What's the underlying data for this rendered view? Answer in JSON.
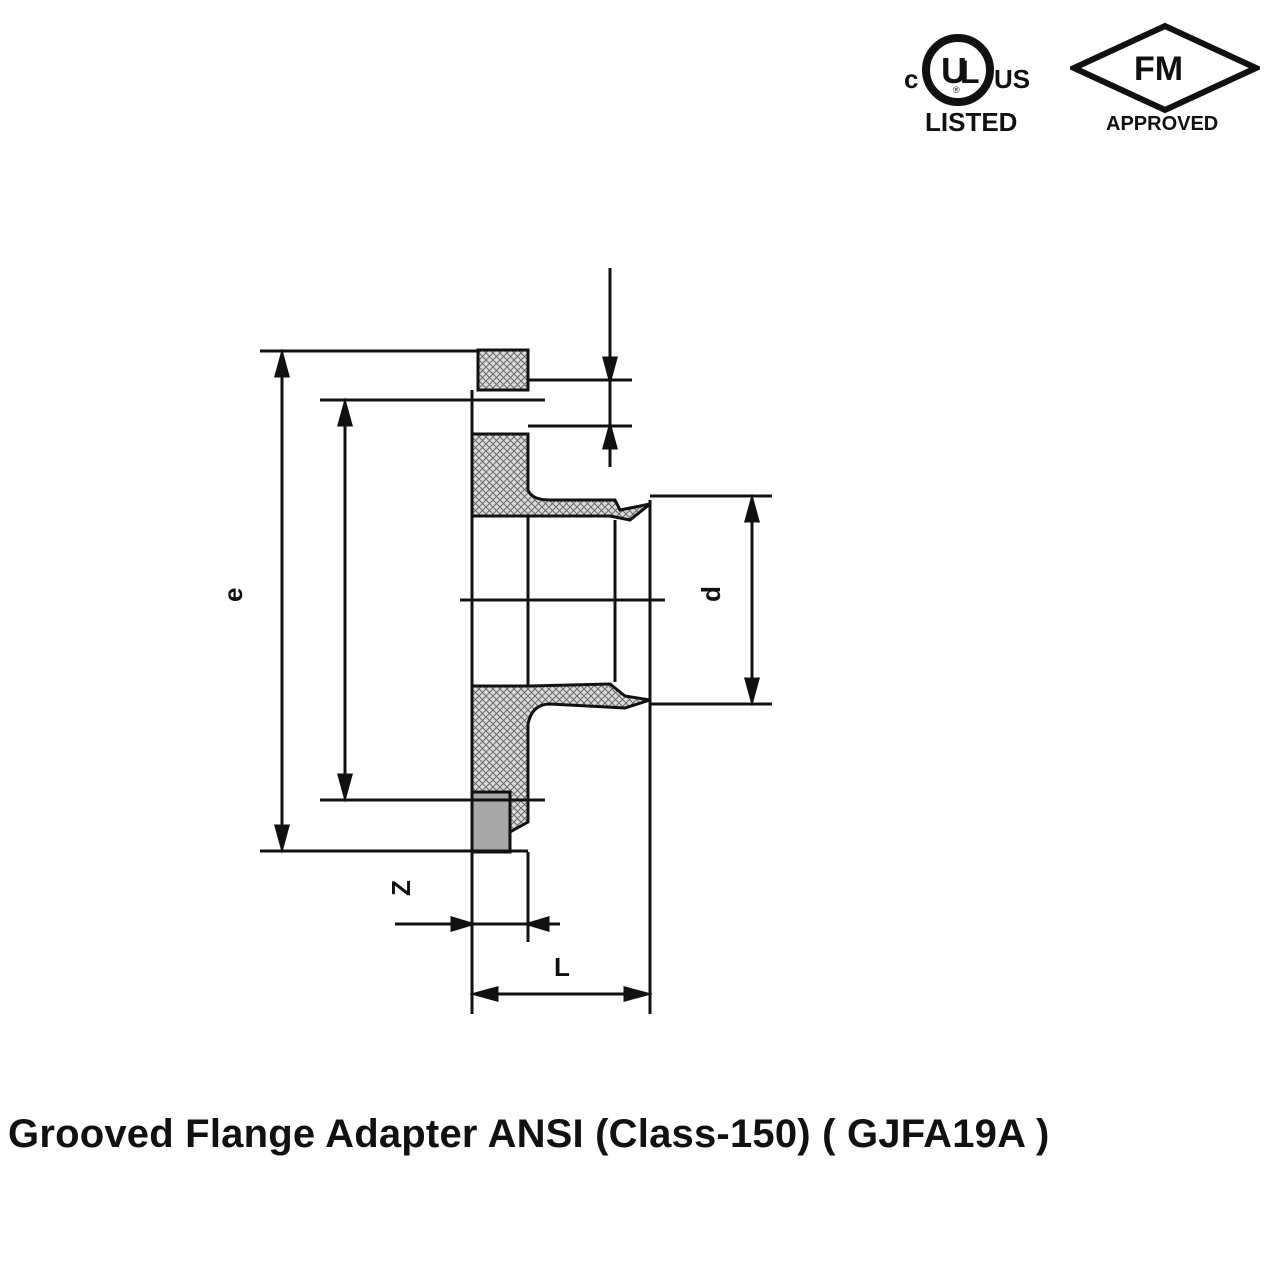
{
  "logos": {
    "ul": {
      "left_letter": "c",
      "right_letters": "US",
      "mark": "UL",
      "registered": "®",
      "caption": "LISTED"
    },
    "fm": {
      "mark": "FM",
      "caption": "APPROVED"
    }
  },
  "diagram": {
    "dimension_labels": {
      "e": "e",
      "d": "d",
      "l": "L",
      "z": "Z"
    }
  },
  "caption": "Grooved Flange Adapter ANSI (Class-150) ( GJFA19A )",
  "colors": {
    "line": "#111111",
    "hatch_fill": "#d9d9d9",
    "seal_fill": "#a8a8a8"
  }
}
